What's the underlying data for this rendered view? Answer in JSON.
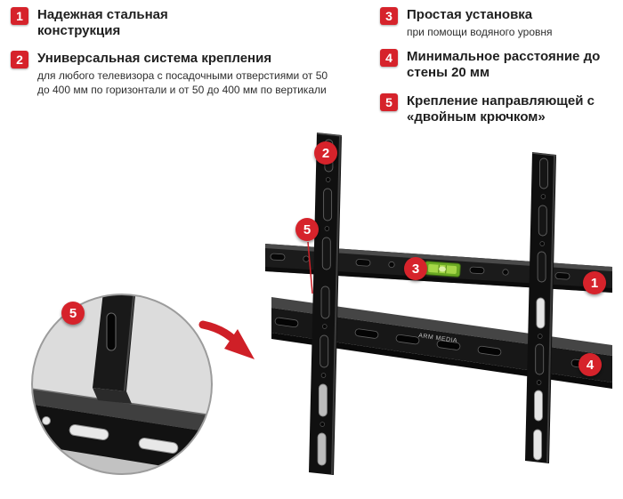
{
  "features": {
    "left": [
      {
        "num": "1",
        "title": "Надежная стальная конструкция",
        "subtitle": ""
      },
      {
        "num": "2",
        "title": "Универсальная система крепления",
        "subtitle": "для любого телевизора с посадочными отверстиями от 50 до 400 мм по горизонтали и от 50 до 400 мм по вертикали"
      }
    ],
    "right": [
      {
        "num": "3",
        "title": "Простая установка",
        "subtitle": "при помощи водяного уровня"
      },
      {
        "num": "4",
        "title": "Минимальное расстояние до стены 20 мм",
        "subtitle": ""
      },
      {
        "num": "5",
        "title": "Крепление направляющей с «двойным крючком»",
        "subtitle": ""
      }
    ]
  },
  "illustration": {
    "callouts": {
      "c1": "1",
      "c2": "2",
      "c3": "3",
      "c4": "4",
      "c5": "5",
      "c5_inset": "5"
    },
    "brand": "ARM MEDIA"
  },
  "colors": {
    "badge_red": "#d6232b",
    "arrow_red": "#cf1f27",
    "bracket_black": "#141414",
    "level_green": "#7cb62d",
    "inset_border_gray": "#9c9c9c"
  }
}
